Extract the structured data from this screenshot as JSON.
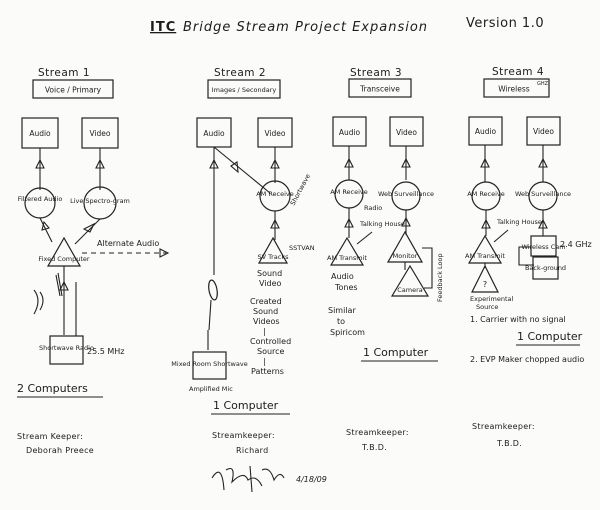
{
  "title": {
    "prefix": "ITC",
    "text": "Bridge Stream Project Expansion",
    "version": "Version 1.0"
  },
  "streams": [
    {
      "name": "Stream 1",
      "subtitle": "Voice / Primary",
      "audio": "Audio",
      "video": "Video",
      "left_node": "Filtered Audio",
      "right_node": "Live Spectro-gram",
      "triangle": "Fixed Computer",
      "source_label": "Shortwave Radio",
      "source_freq": "25.5 MHz",
      "computers": "2 Computers",
      "keeper_label": "Stream Keeper:",
      "keeper_name": "Deborah Preece"
    },
    {
      "name": "Stream 2",
      "subtitle": "Images / Secondary",
      "audio": "Audio",
      "video": "Video",
      "right_node": "AM Receive",
      "right_node_side": "Shortwave",
      "triangle": "SV Tracks",
      "triangle_side": "SSTVAN",
      "note_lines": [
        "Sound",
        "Video"
      ],
      "created_lines": [
        "Created",
        "Sound",
        "Videos",
        "|",
        "Controlled",
        "Source",
        "|",
        "Patterns"
      ],
      "mic_box": "Mixed Room Shortwave",
      "mic_label": "Amplified Mic",
      "computers": "1 Computer",
      "keeper_label": "Streamkeeper:",
      "keeper_name": "Richard"
    },
    {
      "name": "Stream 3",
      "subtitle": "Transceive",
      "audio": "Audio",
      "video": "Video",
      "left_node": "AM Receive",
      "left_node_side": "Radio",
      "mid_label": "Talking House",
      "triangle_left": "AM Transmit",
      "right_node": "Web Surveillance",
      "monitor": "Monitor",
      "camera": "Camera",
      "feedback": "Feedback Loop",
      "tones_lines": [
        "Audio",
        "Tones"
      ],
      "similar_lines": [
        "Similar",
        "to",
        "Spiricom"
      ],
      "computers": "1 Computer",
      "keeper_label": "Streamkeeper:",
      "keeper_name": "T.B.D."
    },
    {
      "name": "Stream 4",
      "subtitle": "Wireless",
      "subtitle_sup": "GHZ",
      "audio": "Audio",
      "video": "Video",
      "left_node": "AM Receive",
      "mid_label": "Talking House",
      "triangle_left": "AM Transmit",
      "right_node": "Web Surveillance",
      "wireless_box": "Wireless Cam",
      "wireless_freq": "2.4 GHz",
      "background_box": "Back-ground",
      "source_q": "?",
      "source_label_lines": [
        "Experimental",
        "Source"
      ],
      "options": [
        "1. Carrier with no signal",
        "2. EVP Maker chopped audio"
      ],
      "computers": "1 Computer",
      "keeper_label": "Streamkeeper:",
      "keeper_name": "T.B.D."
    }
  ],
  "alternate_audio": "Alternate Audio",
  "signature": {
    "date": "4/18/09"
  }
}
